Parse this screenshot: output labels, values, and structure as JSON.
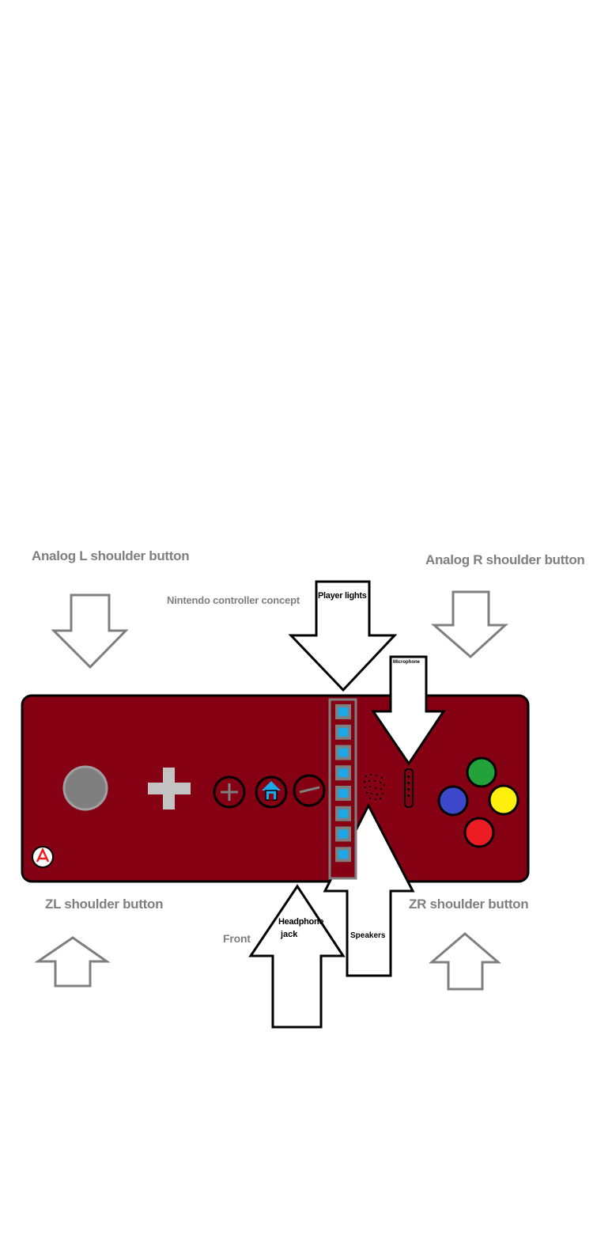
{
  "labels": {
    "analog_l": "Analog L shoulder button",
    "analog_r": "Analog R shoulder button",
    "concept": "Nintendo controller concept",
    "player_lights": "Player lights",
    "microphone": "Microphone",
    "zl": "ZL shoulder button",
    "zr": "ZR shoulder button",
    "front": "Front",
    "headphone_line1": "Headphone",
    "headphone_line2": "jack",
    "speakers": "Speakers"
  },
  "colors": {
    "body": "#850012",
    "arrow_gray": "#7f7f7f",
    "outline": "#000000",
    "light_blue": "#1ba7e8",
    "btn_green": "#22a33a",
    "btn_blue": "#3c48c9",
    "btn_yellow": "#ffef0d",
    "btn_red": "#ec1c24",
    "stick_gray": "#7f7f7f",
    "dpad_gray": "#c3c3c3"
  },
  "icons": {
    "plus": "plus-icon",
    "home": "home-icon",
    "minus": "minus-icon",
    "logo": "logo-icon"
  },
  "player_light_count": 8
}
